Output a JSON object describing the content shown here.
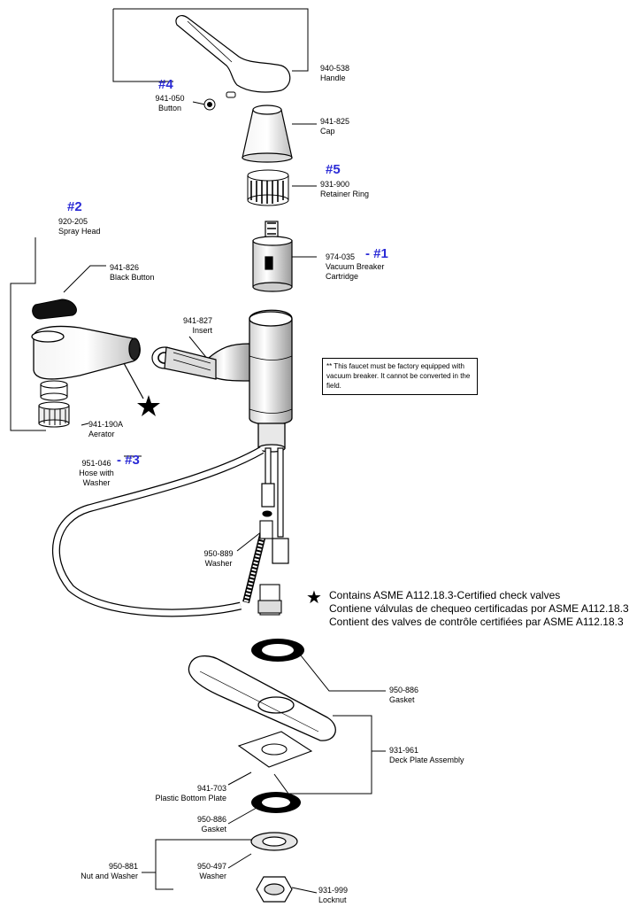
{
  "parts": [
    {
      "id": "handle",
      "part_no": "940-538",
      "name": "Handle"
    },
    {
      "id": "button",
      "part_no": "941-050",
      "name": "Button"
    },
    {
      "id": "cap",
      "part_no": "941-825",
      "name": "Cap"
    },
    {
      "id": "retainer-ring",
      "part_no": "931-900",
      "name": "Retainer Ring"
    },
    {
      "id": "cartridge",
      "part_no": "974-035",
      "name": "Vacuum Breaker Cartridge",
      "name_line1": "Vacuum Breaker",
      "name_line2": "Cartridge"
    },
    {
      "id": "spray-head",
      "part_no": "920-205",
      "name": "Spray Head"
    },
    {
      "id": "black-button",
      "part_no": "941-826",
      "name": "Black Button"
    },
    {
      "id": "insert",
      "part_no": "941-827",
      "name": "Insert"
    },
    {
      "id": "aerator",
      "part_no": "941-190A",
      "name": "Aerator"
    },
    {
      "id": "hose",
      "part_no": "951-046",
      "name": "Hose with Washer",
      "name_line1": "Hose with",
      "name_line2": "Washer"
    },
    {
      "id": "washer-889",
      "part_no": "950-889",
      "name": "Washer"
    },
    {
      "id": "gasket-top",
      "part_no": "950-886",
      "name": "Gasket"
    },
    {
      "id": "deck-plate",
      "part_no": "931-961",
      "name": "Deck Plate Assembly"
    },
    {
      "id": "bottom-plate",
      "part_no": "941-703",
      "name": "Plastic Bottom Plate"
    },
    {
      "id": "gasket-bottom",
      "part_no": "950-886",
      "name": "Gasket"
    },
    {
      "id": "nut-washer",
      "part_no": "950-881",
      "name": "Nut and Washer"
    },
    {
      "id": "washer-497",
      "part_no": "950-497",
      "name": "Washer"
    },
    {
      "id": "locknut",
      "part_no": "931-999",
      "name": "Locknut"
    }
  ],
  "callouts": {
    "n1": "- #1",
    "n2": "#2",
    "n3": "- #3",
    "n4": "#4",
    "n5": "#5"
  },
  "note": "** This faucet must be factory equipped with vacuum breaker. It cannot be converted in the field.",
  "legend": {
    "symbol": "★",
    "lines": [
      "Contains ASME A112.18.3-Certified check valves",
      "Contiene válvulas de chequeo certificadas por ASME A112.18.3",
      "Contient des valves de contrôle certifiées par ASME A112.18.3"
    ]
  },
  "colors": {
    "callout": "#2b2bd6",
    "line": "#000000",
    "fill": "#ffffff"
  }
}
